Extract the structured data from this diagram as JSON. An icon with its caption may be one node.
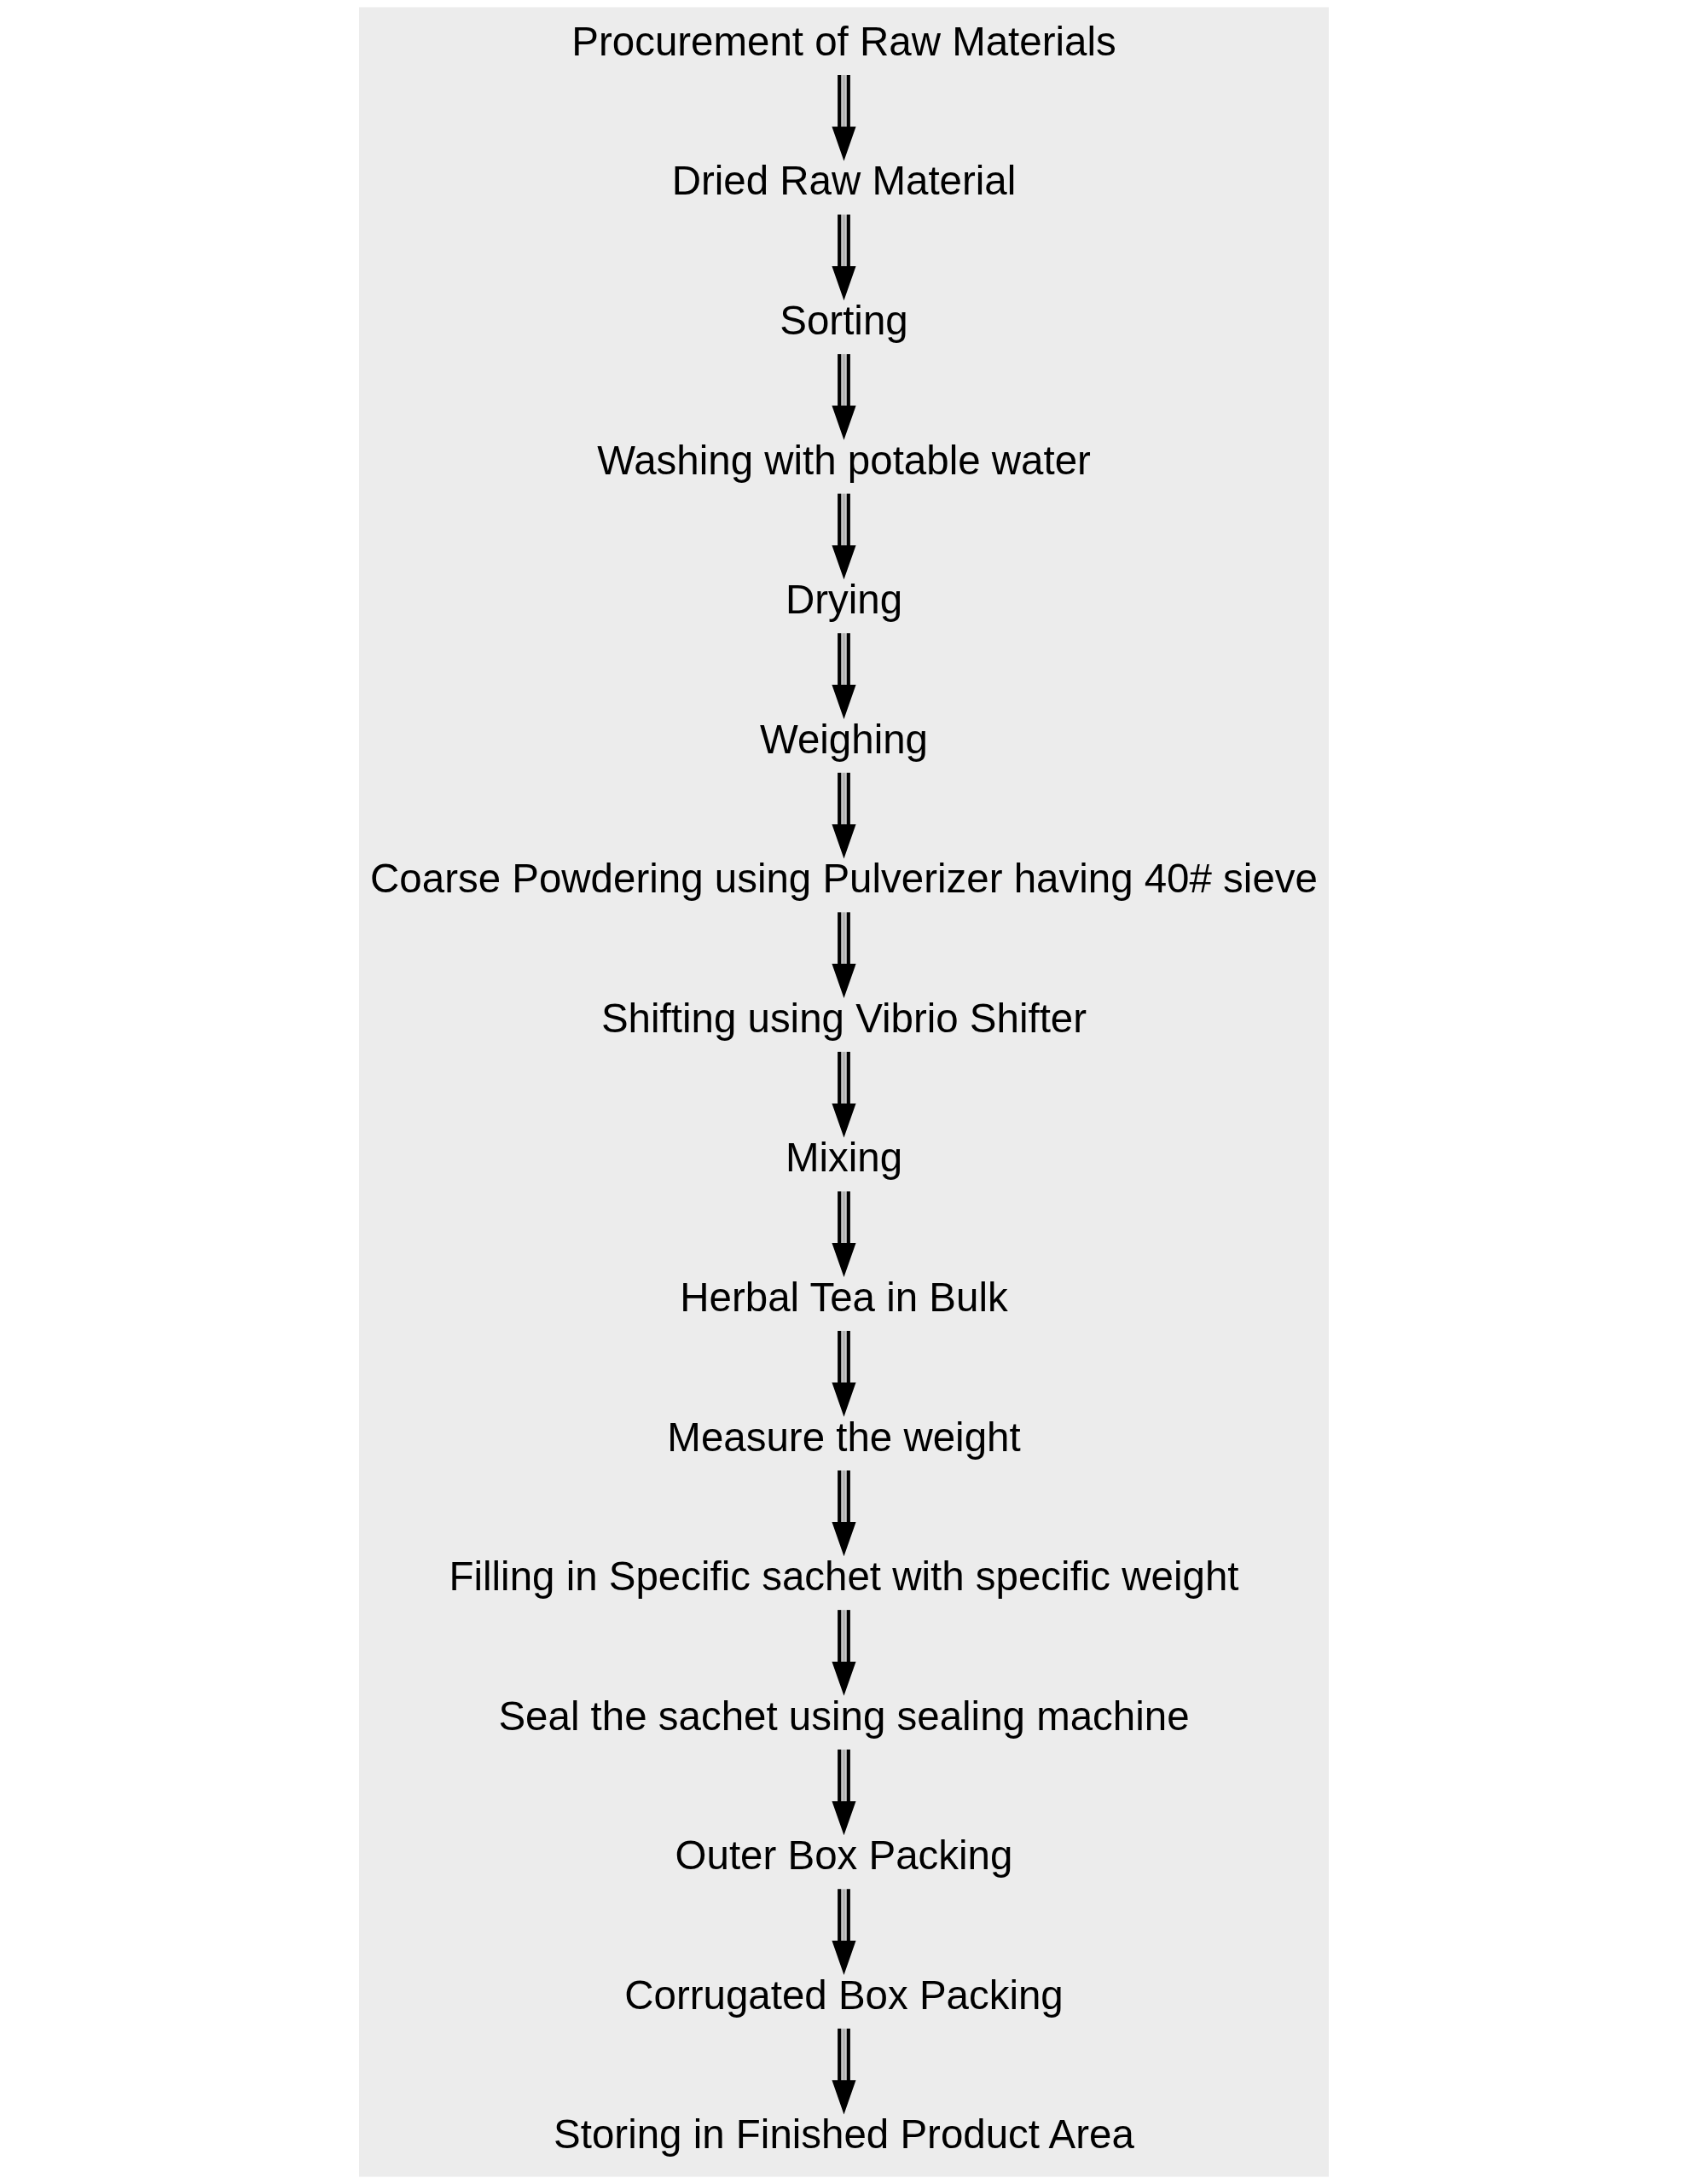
{
  "diagram": {
    "nodes": [
      {
        "text": [
          "Procurement of Raw Materials"
        ]
      },
      {
        "text": [
          "Dried Raw Material"
        ]
      },
      {
        "text": [
          "Sorting"
        ]
      },
      {
        "text": [
          "Washing with potable water"
        ]
      },
      {
        "text": [
          "Drying"
        ]
      },
      {
        "text": [
          "Weighing"
        ]
      },
      {
        "text": [
          "Coarse Powdering using Pulverizer having 40# sieve"
        ]
      },
      {
        "text": [
          "Shifting using Vibrio Shifter"
        ]
      },
      {
        "text": [
          "Mixing"
        ]
      },
      {
        "text": [
          "Herbal Tea in Bulk"
        ]
      },
      {
        "text": [
          "Measure the weight"
        ]
      },
      {
        "text": [
          "Filling in Specific sachet with specific weight"
        ]
      },
      {
        "text": [
          "Seal the sachet using sealing machine"
        ]
      },
      {
        "text": [
          "Outer Box Packing"
        ]
      },
      {
        "text": [
          "Corrugated Box Packing"
        ]
      },
      {
        "text": [
          "Storing in Finished Product Area"
        ]
      }
    ],
    "edges": [
      {
        "from": 0,
        "to": 1,
        "arrow": "to"
      },
      {
        "from": 1,
        "to": 2,
        "arrow": "to"
      },
      {
        "from": 2,
        "to": 3,
        "arrow": "to"
      },
      {
        "from": 3,
        "to": 4,
        "arrow": "to"
      },
      {
        "from": 4,
        "to": 5,
        "arrow": "to"
      },
      {
        "from": 5,
        "to": 6,
        "arrow": "to"
      },
      {
        "from": 6,
        "to": 7,
        "arrow": "to"
      },
      {
        "from": 7,
        "to": 8,
        "arrow": "to"
      },
      {
        "from": 8,
        "to": 9,
        "arrow": "to"
      },
      {
        "from": 9,
        "to": 10,
        "arrow": "to"
      },
      {
        "from": 10,
        "to": 11,
        "arrow": "to"
      },
      {
        "from": 11,
        "to": 12,
        "arrow": "to"
      },
      {
        "from": 12,
        "to": 13,
        "arrow": "to"
      },
      {
        "from": 13,
        "to": 14,
        "arrow": "to"
      },
      {
        "from": 14,
        "to": 15,
        "arrow": "to"
      }
    ]
  }
}
